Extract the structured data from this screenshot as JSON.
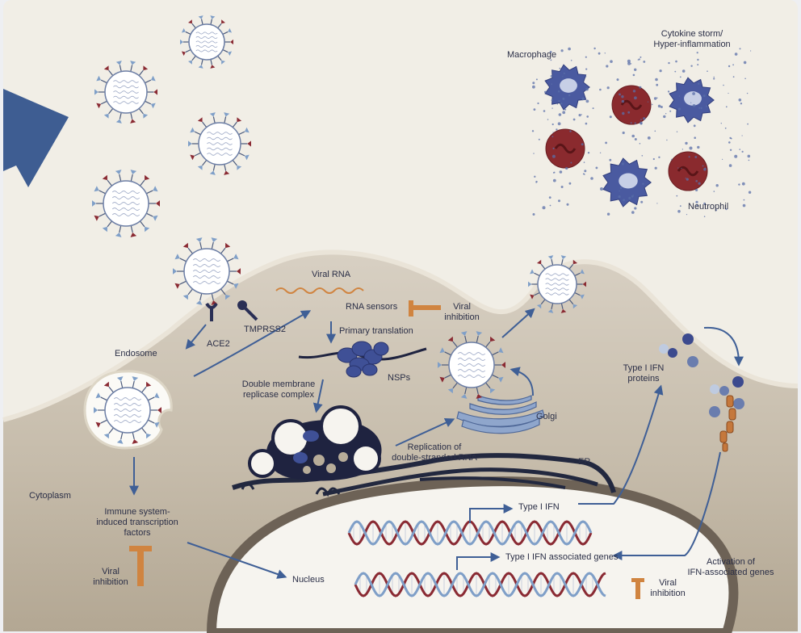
{
  "labels": {
    "macrophage": "Macrophage",
    "cytokine_storm": "Cytokine storm/\nHyper-inflammation",
    "neutrophil": "Neutrophil",
    "viral_rna": "Viral RNA",
    "rna_sensors": "RNA sensors",
    "viral_inhibition_top": "Viral\ninhibition",
    "primary_translation": "Primary translation",
    "tmprss2": "TMPRSS2",
    "ace2": "ACE2",
    "endosome": "Endosome",
    "nsps": "NSPs",
    "double_membrane": "Double membrane\nreplicase complex",
    "golgi": "Golgi",
    "replication": "Replication of\ndouble-stranded RNA",
    "er": "ER",
    "type1_ifn_proteins": "Type I IFN\nproteins",
    "type1_ifn": "Type I IFN",
    "type1_ifn_genes": "Type I IFN associated genes",
    "cytoplasm": "Cytoplasm",
    "transcription_factors": "Immune system-\ninduced transcription\nfactors",
    "viral_inhibition_left": "Viral\ninhibition",
    "nucleus": "Nucleus",
    "viral_inhibition_bottom": "Viral\ninhibition",
    "activation": "Activation of\nIFN-associated genes"
  },
  "colors": {
    "background": "#f1eee6",
    "cell_upper": "#d9d1c4",
    "cell_lower": "#b8ac98",
    "nucleus": "#f6f4ef",
    "nucleus_border": "#6d6256",
    "arrow": "#3f5f96",
    "navy": "#2a2f55",
    "spike_red": "#8a2a33",
    "spike_blue": "#7f9fc8",
    "inhibition": "#d08440",
    "macrophage": "#4a5aa0",
    "neutrophil": "#8a2a2e"
  }
}
